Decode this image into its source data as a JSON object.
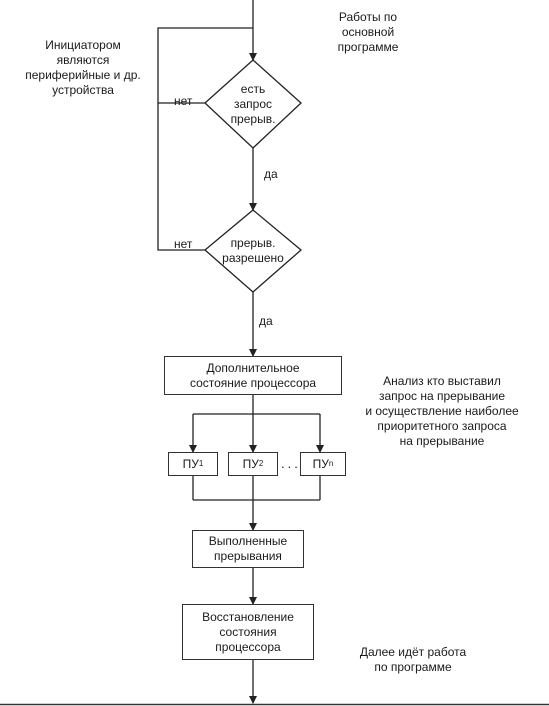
{
  "notes": {
    "main_program": "Работы по\nосновной\nпрограмме",
    "initiator": "Инициатором\nявляются\nпериферийные и др.\nустройства",
    "analysis": "Анализ кто выставил\nзапрос на прерывание\nи осуществление наиболее\nприоритетного запроса\nна прерывание",
    "continue": "Далее идёт работа\nпо программе"
  },
  "decisions": {
    "request": "есть\nзапрос\nпрерыв.",
    "enabled": "прерыв.\nразрешено"
  },
  "labels": {
    "no_1": "нет",
    "yes_1": "да",
    "no_2": "нет",
    "yes_2": "да"
  },
  "boxes": {
    "extra_state": "Дополнительное\nсостояние процессора",
    "done": "Выполненные\nпрерывания",
    "restore": "Восстановление\nсостояния\nпроцессора"
  },
  "devices": {
    "pu1": "ПУ",
    "pu1_sub": "1",
    "pu2": "ПУ",
    "pu2_sub": "2",
    "ellipsis": "...",
    "pun": "ПУ",
    "pun_sub": "n"
  }
}
